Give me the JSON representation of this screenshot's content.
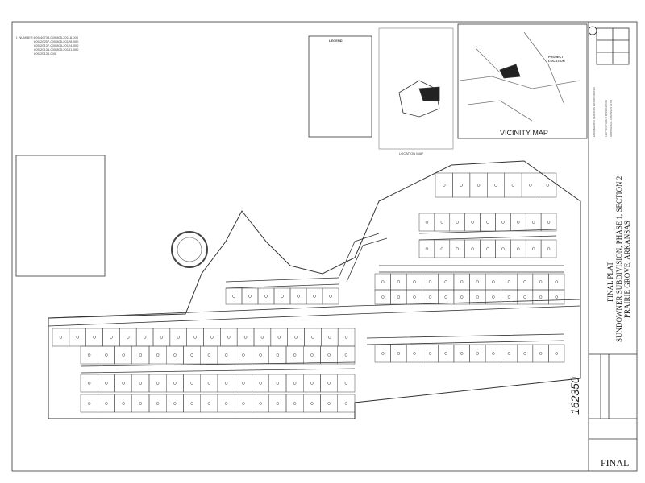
{
  "document": {
    "type_label": "FINAL PLAT",
    "subdivision": "SUNDOWNER SUBDIVISION, PHASE 1, SECTION 2",
    "location": "PRAIRIE GROVE, ARKANSAS",
    "stamp": "FINAL",
    "handwritten_number": "162350"
  },
  "parcel_block": {
    "label": "I. NUMBER:",
    "lines": [
      "805-40733-000  805-20118-000",
      "805-20257-000  805-20128-000",
      "805-20137-000  805-20124-000",
      "805-20134-000  805-20141-000",
      "805-20139-000"
    ]
  },
  "maps": {
    "vicinity_title": "VICINITY MAP",
    "project_location": "PROJECT LOCATION",
    "location_map_title": "LOCATION MAP",
    "legend_title": "LEGEND"
  },
  "engineer": {
    "name": "ENGINEERING SERVICES INCORPORATED",
    "address": "1207 SOUTH OLD MISSOURI RD",
    "city": "SPRINGDALE, ARKANSAS 72764"
  },
  "colors": {
    "ink": "#222222",
    "paper": "#ffffff"
  }
}
